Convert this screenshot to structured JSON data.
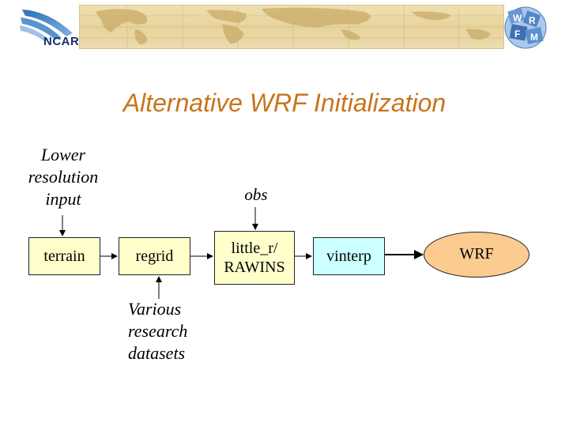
{
  "header": {
    "org_name": "NCAR"
  },
  "title": "Alternative WRF Initialization",
  "nodes": {
    "terrain": "terrain",
    "regrid": "regrid",
    "little_r_line1": "little_r/",
    "little_r_line2": "RAWINS",
    "vinterp": "vinterp",
    "wrf": "WRF"
  },
  "inputs": {
    "lower_res": [
      "Lower",
      "resolution",
      "input"
    ],
    "obs": "obs",
    "various": [
      "Various",
      "research",
      "datasets"
    ]
  },
  "colors": {
    "title": "#c8741c",
    "box_yellow": "#ffffcc",
    "box_cyan": "#ccffff",
    "ellipse_orange": "#fccb90"
  }
}
